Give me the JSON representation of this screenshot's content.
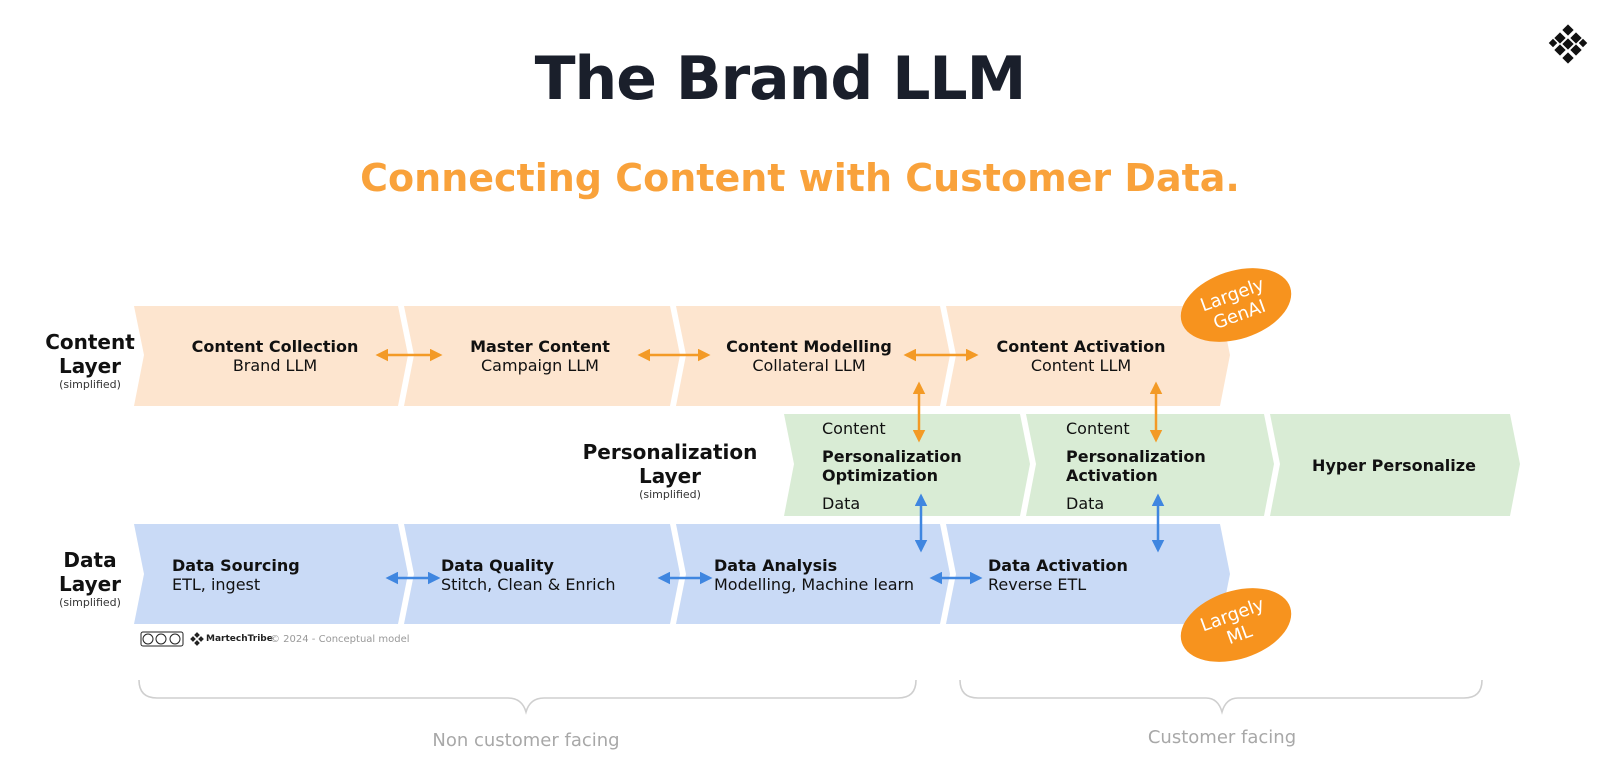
{
  "title": "The Brand LLM",
  "subtitle": "Connecting Content with Customer Data.",
  "layers": {
    "content": {
      "label_line1": "Content",
      "label_line2": "Layer",
      "note": "(simplified)"
    },
    "personalization": {
      "label_line1": "Personalization",
      "label_line2": "Layer",
      "note": "(simplified)"
    },
    "data": {
      "label_line1": "Data",
      "label_line2": "Layer",
      "note": "(simplified)"
    }
  },
  "content_steps": [
    {
      "title": "Content Collection",
      "sub": "Brand LLM"
    },
    {
      "title": "Master Content",
      "sub": "Campaign LLM"
    },
    {
      "title": "Content Modelling",
      "sub": "Collateral  LLM"
    },
    {
      "title": "Content Activation",
      "sub": "Content LLM"
    }
  ],
  "personalization_steps": [
    {
      "top": "Content",
      "title_line1": "Personalization",
      "title_line2": "Optimization",
      "bottom": "Data"
    },
    {
      "top": "Content",
      "title_line1": "Personalization",
      "title_line2": "Activation",
      "bottom": "Data"
    },
    {
      "title": "Hyper Personalize"
    }
  ],
  "data_steps": [
    {
      "title": "Data Sourcing",
      "sub": "ETL, ingest"
    },
    {
      "title": "Data Quality",
      "sub": "Stitch, Clean & Enrich"
    },
    {
      "title": "Data Analysis",
      "sub": "Modelling, Machine learn"
    },
    {
      "title": "Data Activation",
      "sub": "Reverse ETL"
    }
  ],
  "badges": {
    "genai": {
      "line1": "Largely",
      "line2": "GenAI"
    },
    "ml": {
      "line1": "Largely",
      "line2": "ML"
    }
  },
  "footer": {
    "brand": "MartechTribe",
    "copyright": "© 2024 - Conceptual model",
    "license_icon": "creative-commons-icon"
  },
  "facing": {
    "non_customer": "Non customer facing",
    "customer": "Customer facing"
  },
  "colors": {
    "title": "#1a1f2b",
    "subtitle": "#f9a23b",
    "content_fill": "#fde5cf",
    "personalization_fill": "#d9ecd5",
    "data_fill": "#c9daf6",
    "orange_arrow": "#f39a26",
    "blue_arrow": "#3f86e0",
    "badge": "#f7931e"
  }
}
